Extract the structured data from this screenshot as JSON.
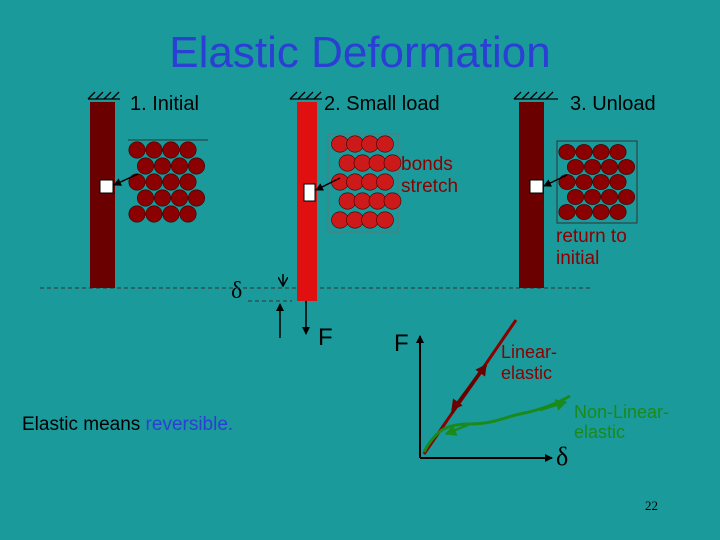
{
  "title": "Elastic Deformation",
  "stages": [
    {
      "label": "1. Initial"
    },
    {
      "label": "2. Small load"
    },
    {
      "label": "3. Unload"
    }
  ],
  "annotations": {
    "bonds_stretch": [
      "bonds",
      "stretch"
    ],
    "return_to_initial": [
      "return to",
      "initial"
    ],
    "delta_symbol": "δ",
    "force_symbol": "F"
  },
  "graph": {
    "y_axis_label": "F",
    "x_axis_label": "δ",
    "linear_label": [
      "Linear-",
      "elastic"
    ],
    "nonlinear_label": [
      "Non-Linear-",
      "elastic"
    ]
  },
  "note": {
    "prefix": "Elastic means ",
    "accent": "reversible."
  },
  "page_number": "22",
  "colors": {
    "background": "#1a9a9a",
    "title": "#2c3fd4",
    "bar_dark": "#6b0000",
    "bar_load": "#e01010",
    "atom": "#8b0000",
    "atom_stretched": "#cc1a1a",
    "nonlinear": "#1a8a1a"
  }
}
